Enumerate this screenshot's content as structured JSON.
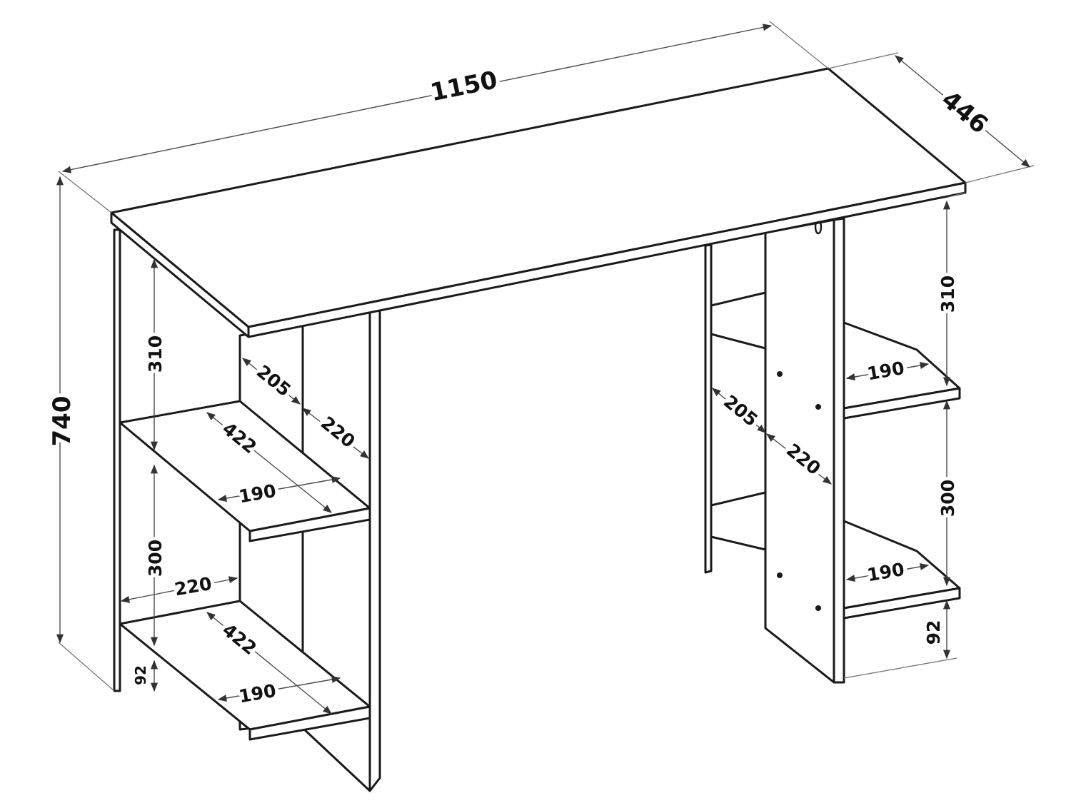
{
  "dimensions": {
    "width": "1150",
    "depth": "446",
    "height": "740",
    "left_upper_gap": "310",
    "left_lower_gap": "300",
    "left_bottom_gap": "92",
    "left_shelf_top_length": "422",
    "left_shelf_top_depth": "190",
    "left_shelf_bottom_length": "422",
    "left_shelf_bottom_depth": "190",
    "left_inner_a": "205",
    "left_inner_b": "220",
    "left_lower_width": "220",
    "right_upper_gap": "310",
    "right_lower_gap": "300",
    "right_bottom_gap": "92",
    "right_shelf_upper": "190",
    "right_shelf_lower": "190",
    "right_inner_a": "205",
    "right_inner_b": "220"
  },
  "colors": {
    "line": "#1a1a1a",
    "dimension_line": "#4a4a4a",
    "background": "#ffffff"
  }
}
